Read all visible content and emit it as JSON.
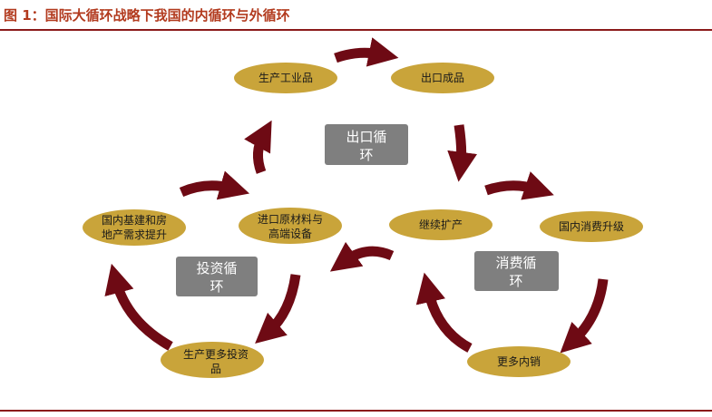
{
  "figure": {
    "title": "图 1：国际大循环战略下我国的内循环与外循环"
  },
  "colors": {
    "accent_rule": "#8b1a1a",
    "title": "#b23a1e",
    "node_fill": "#c9a43a",
    "cycle_box": "#7f7f7f",
    "arrow": "#6e0a14"
  },
  "nodes": {
    "produce_industrial": "生产工业品",
    "export_finished": "出口成品",
    "domestic_upgrade": "国内消费升级",
    "more_domestic_sales": "更多内销",
    "continue_expansion": "继续扩产",
    "import_materials": [
      "进口原材料与",
      "高端设备"
    ],
    "infra_demand": [
      "国内基建和房",
      "地产需求提升"
    ],
    "more_investment": [
      "生产更多投资",
      "品"
    ]
  },
  "cycles": {
    "export": [
      "出口循",
      "环"
    ],
    "investment": [
      "投资循",
      "环"
    ],
    "consumption": [
      "消费循",
      "环"
    ]
  }
}
